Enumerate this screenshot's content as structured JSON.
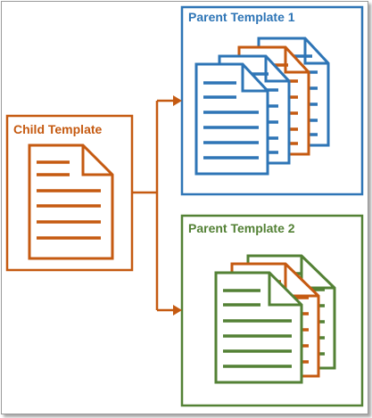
{
  "child": {
    "label": "Child Template",
    "color": "#c55a11"
  },
  "parent1": {
    "label": "Parent Template 1",
    "color": "#2e75b6"
  },
  "parent2": {
    "label": "Parent Template 2",
    "color": "#538135"
  },
  "connector_color": "#c55a11",
  "icons": {
    "document": "document-icon",
    "arrow": "arrow-right-icon"
  }
}
